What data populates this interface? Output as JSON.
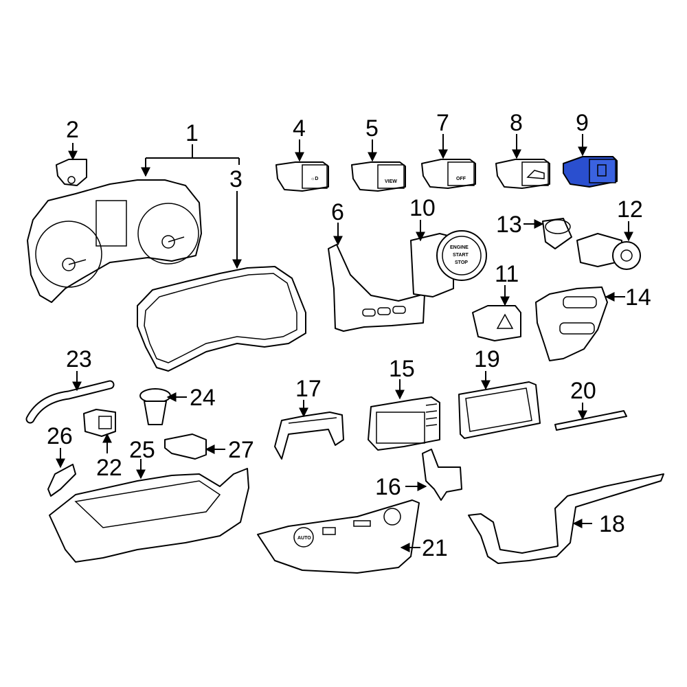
{
  "callouts": {
    "c1": "1",
    "c2": "2",
    "c3": "3",
    "c4": "4",
    "c5": "5",
    "c6": "6",
    "c7": "7",
    "c8": "8",
    "c9": "9",
    "c10": "10",
    "c11": "11",
    "c12": "12",
    "c13": "13",
    "c14": "14",
    "c15": "15",
    "c16": "16",
    "c17": "17",
    "c18": "18",
    "c19": "19",
    "c20": "20",
    "c21": "21",
    "c22": "22",
    "c23": "23",
    "c24": "24",
    "c25": "25",
    "c26": "26",
    "c27": "27"
  },
  "labels": {
    "start_line1": "ENGINE",
    "start_line2": "START",
    "start_line3": "STOP",
    "auto": "AUTO",
    "view": "VIEW",
    "off": "OFF"
  },
  "colors": {
    "highlight": "#2a4fcf",
    "line": "#000000",
    "background": "#ffffff"
  }
}
